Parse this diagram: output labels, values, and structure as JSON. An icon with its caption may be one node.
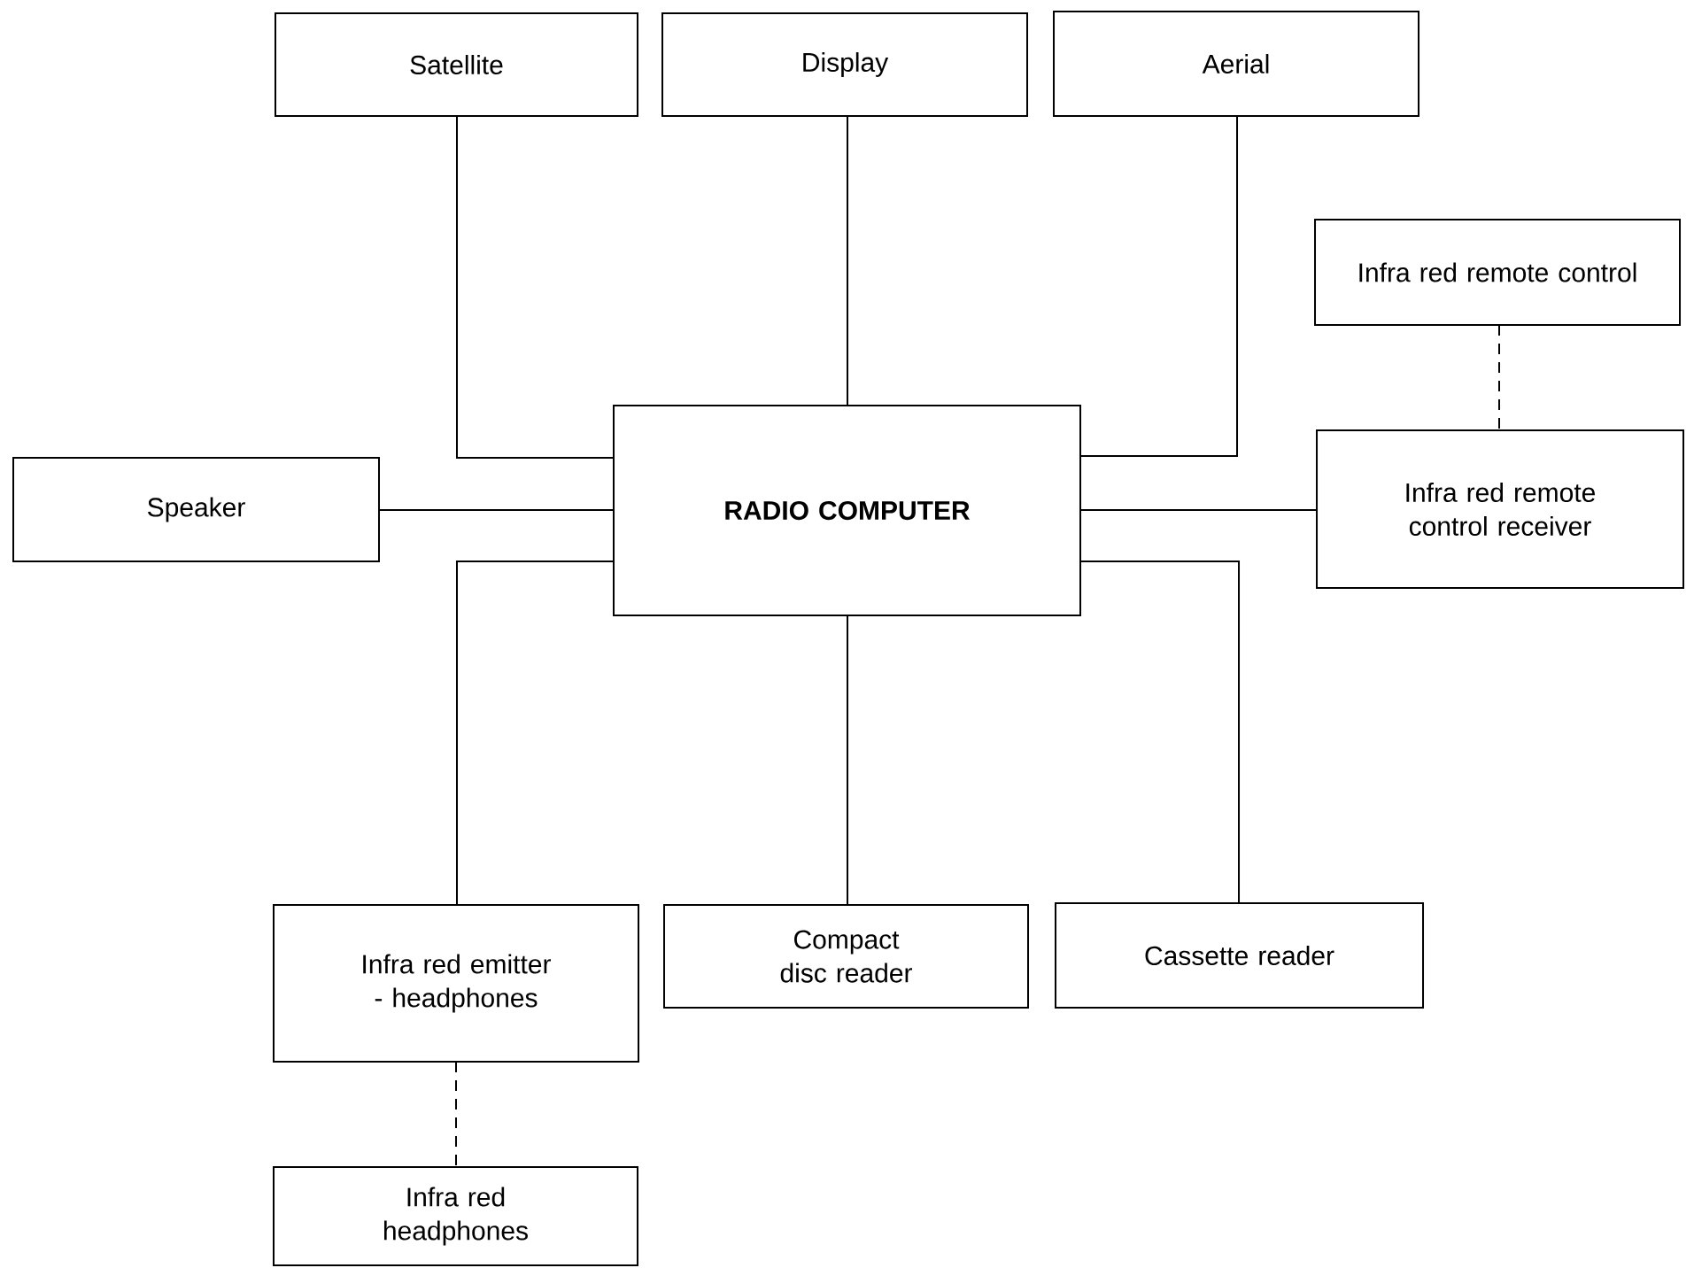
{
  "diagram": {
    "nodes": [
      {
        "text": [
          "Satellite"
        ]
      },
      {
        "text": [
          "Display"
        ]
      },
      {
        "text": [
          "Aerial"
        ]
      },
      {
        "text": [
          "Infra red remote control"
        ]
      },
      {
        "text": [
          "Speaker"
        ]
      },
      {
        "text": [
          "RADIO COMPUTER"
        ]
      },
      {
        "text": [
          "Infra red remote control receiver"
        ]
      },
      {
        "text": [
          "Infra red emitter - headphones"
        ]
      },
      {
        "text": [
          "Compact disc reader"
        ]
      },
      {
        "text": [
          "Cassette reader"
        ]
      },
      {
        "text": [
          "Infra red headphones"
        ]
      }
    ],
    "edges": [
      {
        "from": 0,
        "to": 5,
        "arrow": "none"
      },
      {
        "from": 1,
        "to": 5,
        "arrow": "none"
      },
      {
        "from": 2,
        "to": 5,
        "arrow": "none"
      },
      {
        "from": 3,
        "to": 6,
        "arrow": "none",
        "style": "dashed"
      },
      {
        "from": 4,
        "to": 5,
        "arrow": "none"
      },
      {
        "from": 5,
        "to": 6,
        "arrow": "none"
      },
      {
        "from": 5,
        "to": 7,
        "arrow": "none"
      },
      {
        "from": 5,
        "to": 8,
        "arrow": "none"
      },
      {
        "from": 5,
        "to": 9,
        "arrow": "none"
      },
      {
        "from": 7,
        "to": 10,
        "arrow": "none",
        "style": "dashed"
      }
    ]
  }
}
